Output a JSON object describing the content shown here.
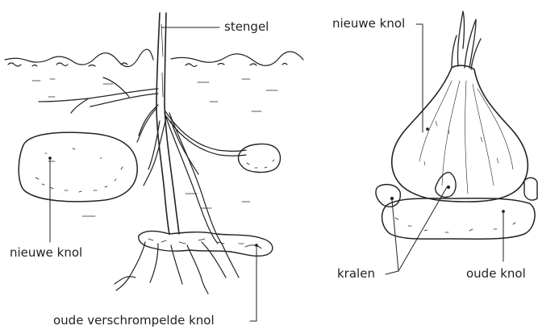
{
  "labels": {
    "stengel": "stengel",
    "nieuwe_knol_left": "nieuwe knol",
    "oude_verschrompelde_knol": "oude verschrompelde knol",
    "nieuwe_knol_right": "nieuwe knol",
    "kralen": "kralen",
    "oude_knol": "oude knol"
  },
  "colors": {
    "ink": "#222222",
    "background": "#ffffff"
  }
}
